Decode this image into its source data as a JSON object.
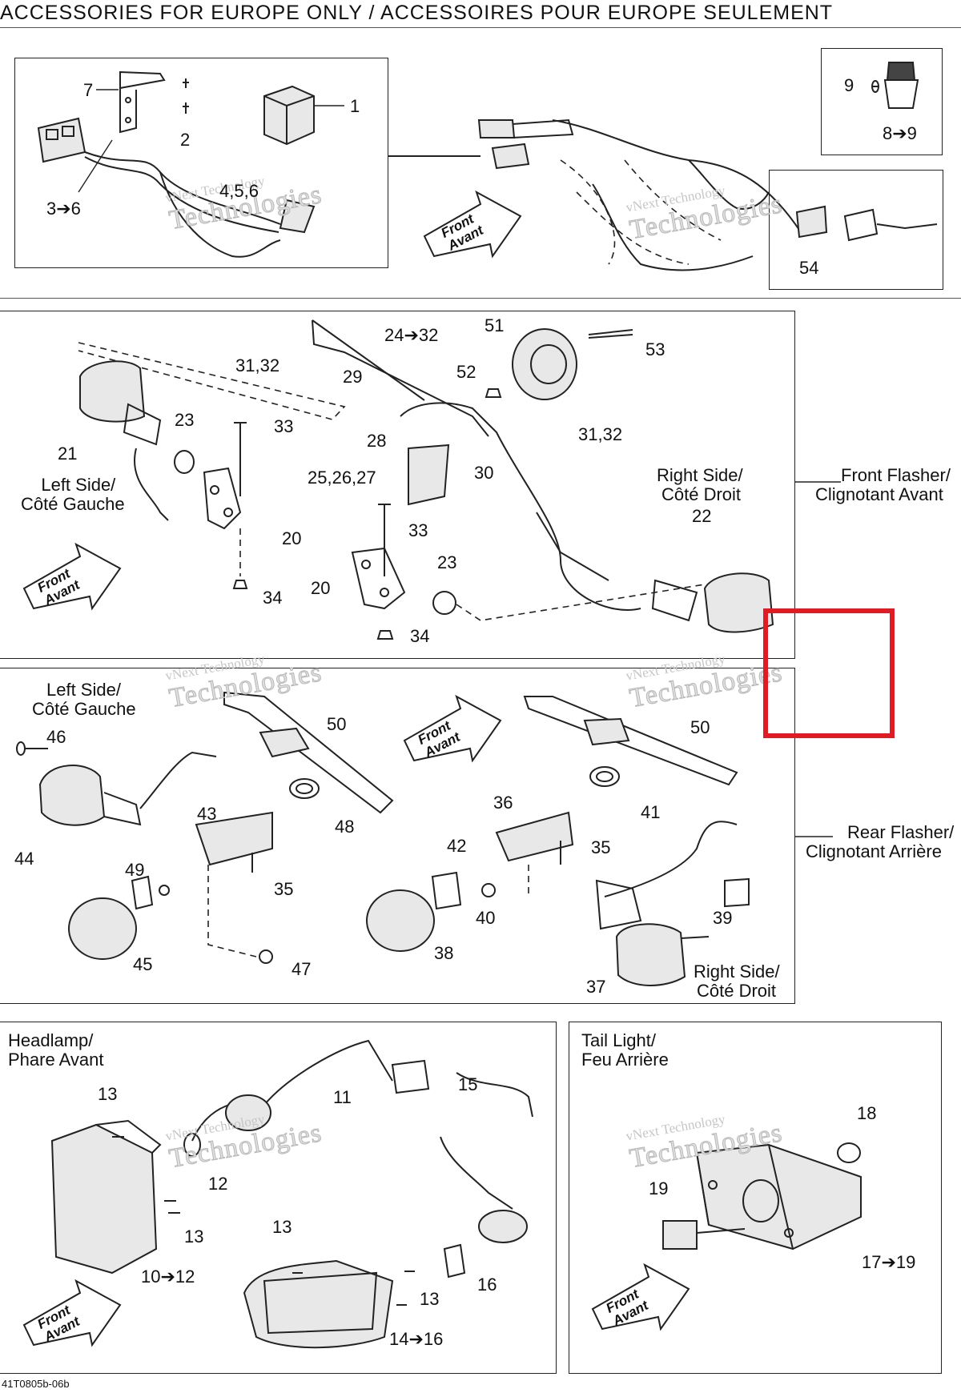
{
  "header": {
    "title": "ACCESSORIES FOR EUROPE ONLY / ACCESSOIRES POUR EUROPE SEULEMENT"
  },
  "watermark": {
    "line1": "vNext Technology",
    "line2": "Technologies"
  },
  "front_arrow": {
    "line1": "Front",
    "line2": "Avant"
  },
  "section_labels": {
    "front_flasher": [
      "Front Flasher/",
      "Clignotant Avant"
    ],
    "rear_flasher": [
      "Rear Flasher/",
      "Clignotant Arrière"
    ],
    "left_side": [
      "Left Side/",
      "Côté Gauche"
    ],
    "right_side": [
      "Right Side/",
      "Côté Droit"
    ],
    "headlamp": [
      "Headlamp/",
      "Phare Avant"
    ],
    "tail_light": [
      "Tail Light/",
      "Feu Arrière"
    ]
  },
  "callouts": {
    "top": [
      "7",
      "1",
      "2",
      "3➔6",
      "4,5,6",
      "9",
      "8➔9",
      "54"
    ],
    "front": [
      "24➔32",
      "51",
      "53",
      "31,32",
      "29",
      "52",
      "23",
      "33",
      "21",
      "28",
      "31,32",
      "25,26,27",
      "30",
      "22",
      "33",
      "23",
      "20",
      "20",
      "34",
      "34"
    ],
    "rear": [
      "46",
      "50",
      "50",
      "43",
      "48",
      "36",
      "41",
      "42",
      "35",
      "44",
      "49",
      "35",
      "40",
      "39",
      "45",
      "47",
      "38",
      "37"
    ],
    "headlamp": [
      "13",
      "11",
      "15",
      "12",
      "13",
      "13",
      "10➔12",
      "13",
      "16",
      "14➔16"
    ],
    "tail": [
      "18",
      "19",
      "17➔19"
    ]
  },
  "drawing_code": "41T0805b-06b",
  "highlight_color": "#e01b24"
}
